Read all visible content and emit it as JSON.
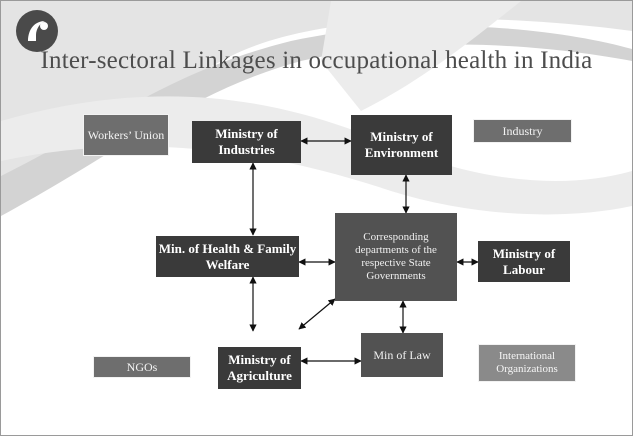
{
  "title": "Inter-sectoral Linkages in occupational health in India",
  "logo_icon": "company-logo-icon",
  "nodes": {
    "workers_union": "Workers’ Union",
    "ministry_industries": "Ministry of Industries",
    "ministry_environment": "Ministry of Environment",
    "industry": "Industry",
    "min_health": "Min. of Health & Family Welfare",
    "state_govts": "Corresponding departments of the respective State Governments",
    "ministry_labour": "Ministry of Labour",
    "ngos": "NGOs",
    "ministry_agriculture": "Ministry of Agriculture",
    "min_law": "Min of Law",
    "intl_orgs": "International Organizations"
  },
  "links": [
    {
      "from": "ministry_industries",
      "to": "ministry_environment",
      "arrows": "both"
    },
    {
      "from": "ministry_industries",
      "to": "min_health",
      "arrows": "both"
    },
    {
      "from": "ministry_environment",
      "to": "state_govts",
      "arrows": "both"
    },
    {
      "from": "min_health",
      "to": "state_govts",
      "arrows": "both"
    },
    {
      "from": "state_govts",
      "to": "ministry_labour",
      "arrows": "both"
    },
    {
      "from": "min_health",
      "to": "ministry_agriculture",
      "arrows": "both"
    },
    {
      "from": "ministry_agriculture",
      "to": "min_law",
      "arrows": "both"
    },
    {
      "from": "state_govts",
      "to": "min_law",
      "arrows": "both"
    },
    {
      "from": "state_govts",
      "to": "ministry_agriculture",
      "arrows": "both"
    }
  ]
}
